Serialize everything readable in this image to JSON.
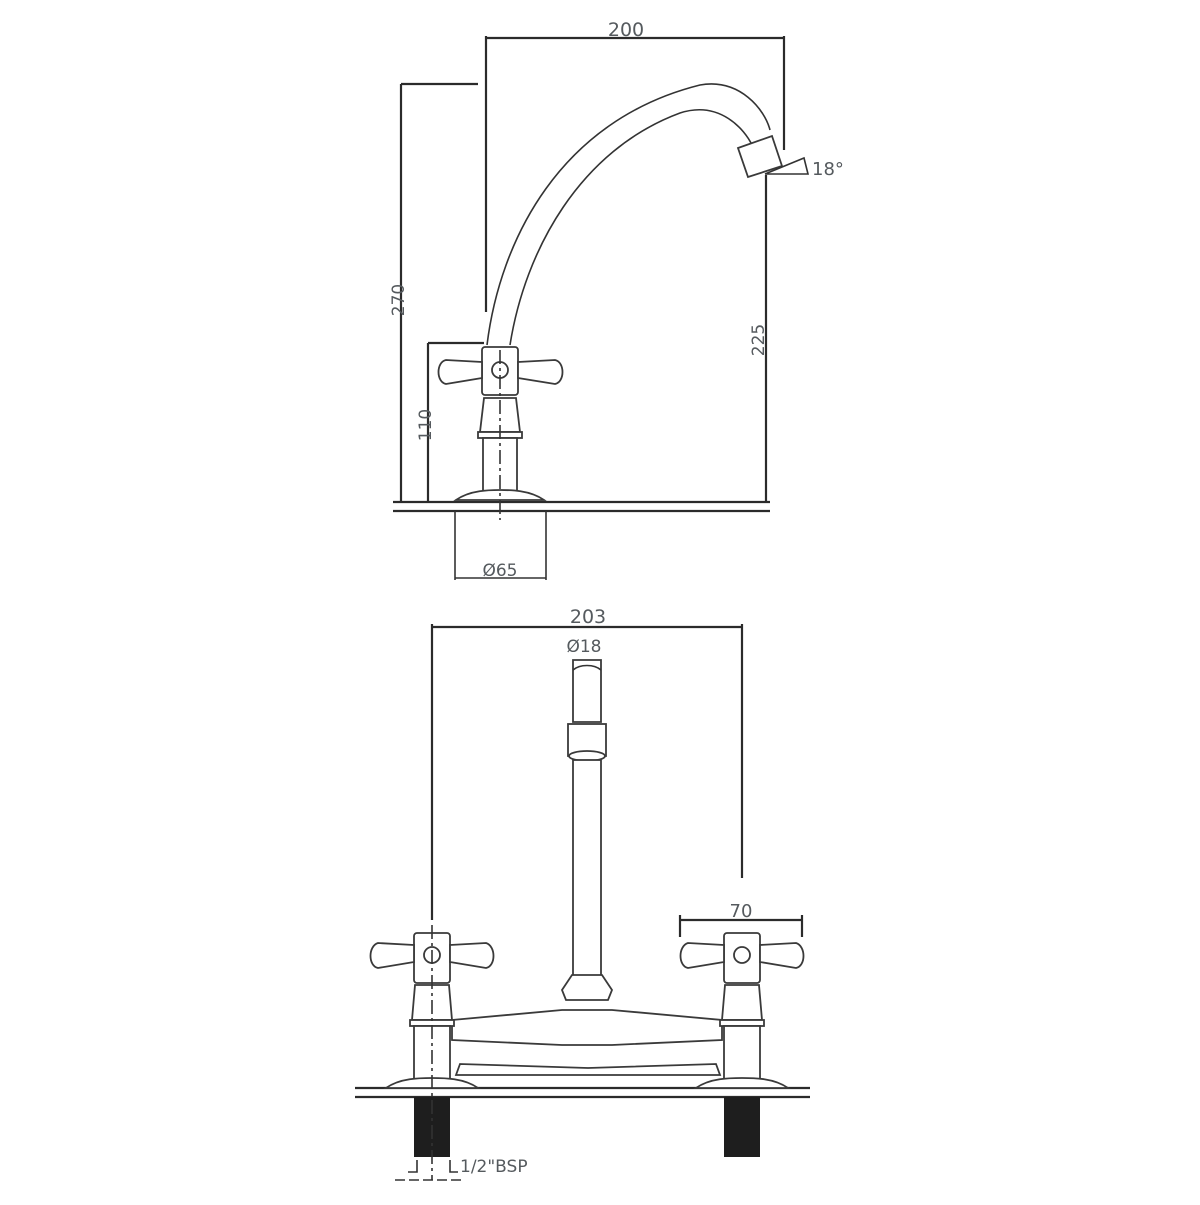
{
  "diagram": {
    "subject": "Kitchen bridge mixer tap with cross-head handles and swivel spout",
    "side_view": {
      "dimensions": {
        "spout_reach": "200",
        "overall_height": "270",
        "outlet_height": "225",
        "handle_height": "110",
        "base_diameter": "Ø65",
        "aerator_angle": "18°"
      }
    },
    "front_view": {
      "dimensions": {
        "centres": "203",
        "spout_diameter": "Ø18",
        "handle_span": "70",
        "connection": "1/2\"BSP"
      }
    },
    "colors": {
      "line": "#2b2b2b",
      "text": "#555a5e",
      "thread_fill": "#1e1e1e",
      "background": "#ffffff"
    }
  }
}
